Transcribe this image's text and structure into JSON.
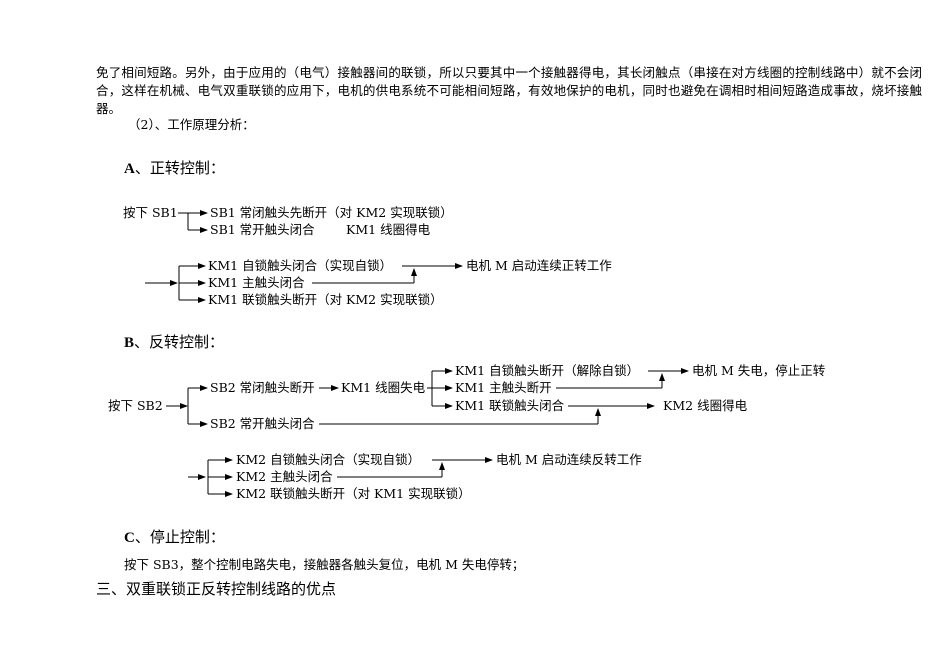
{
  "intro_paragraph": "免了相间短路。另外，由于应用的（电气）接触器间的联锁，所以只要其中一个接触器得电，其长闭触点（串接在对方线圈的控制线路中）就不会闭合，这样在机械、电气双重联锁的应用下，电机的供电系统不可能相间短路，有效地保护的电机，同时也避免在调相时相间短路造成事故，烧坏接触器。",
  "principle_heading": "（2）、工作原理分析：",
  "forward": {
    "letter": "A",
    "title": "、正转控制：",
    "press": "按下 SB1",
    "nc_open": "SB1 常闭触头先断开（对 KM2 实现联锁）",
    "no_close": "SB1 常开触头闭合",
    "coil": "KM1 线圈得电",
    "self_lock": "KM1 自锁触头闭合（实现自锁）",
    "main_contact": "KM1 主触头闭合",
    "interlock": "KM1 联锁触头断开（对 KM2 实现联锁）",
    "result": "电机 M 启动连续正转工作"
  },
  "reverse": {
    "letter": "B",
    "title": "、反转控制：",
    "press": "按下 SB2",
    "nc_open": "SB2 常闭触头断开",
    "coil_loss": "KM1 线圈失电",
    "km1_self_open": "KM1 自锁触头断开（解除自锁）",
    "km1_main_open": "KM1 主触头断开",
    "km1_interlock_close": "KM1 联锁触头闭合",
    "motor_stop": "电机 M 失电，停止正转",
    "km2_coil": "KM2 线圈得电",
    "no_close": "SB2 常开触头闭合",
    "km2_self_lock": "KM2 自锁触头闭合（实现自锁）",
    "km2_main": "KM2 主触头闭合",
    "km2_interlock": "KM2 联锁触头断开（对 KM1 实现联锁）",
    "result": "电机 M 启动连续反转工作"
  },
  "stop": {
    "letter": "C",
    "title": "、停止控制：",
    "text": "按下 SB3，整个控制电路失电，接触器各触头复位，电机 M 失电停转；"
  },
  "section_three": "三、双重联锁正反转控制线路的优点"
}
